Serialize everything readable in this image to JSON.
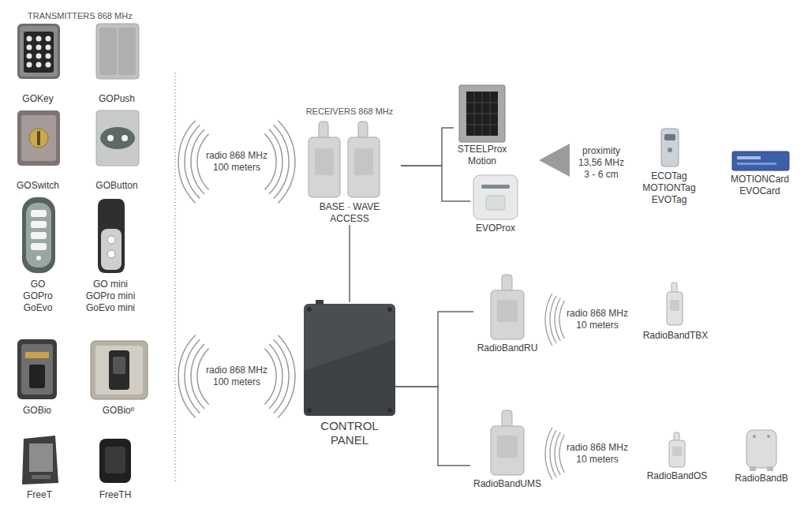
{
  "diagram": {
    "title": "TRANSMITTERS 868 MHz",
    "nodes": [
      {
        "text": [
          "GOKey"
        ]
      },
      {
        "text": [
          "GOPush"
        ]
      },
      {
        "text": [
          "GOSwitch"
        ]
      },
      {
        "text": [
          "GOButton"
        ]
      },
      {
        "text": [
          "GO GOPro GoEvo"
        ]
      },
      {
        "text": [
          "GO mini GOPro mini GoEvo mini"
        ]
      },
      {
        "text": [
          "GOBio"
        ]
      },
      {
        "text": [
          "GOBioᵉ"
        ]
      },
      {
        "text": [
          "FreeT"
        ]
      },
      {
        "text": [
          "FreeTH"
        ]
      },
      {
        "text": [
          "RECEIVERS 868 MHz",
          "BASE · WAVE ACCESS"
        ]
      },
      {
        "text": [
          "STEELProx Motion"
        ]
      },
      {
        "text": [
          "EVOProx"
        ]
      },
      {
        "text": [
          "ECOTag MOTIONTag EVOTag"
        ]
      },
      {
        "text": [
          "MOTIONCard EVOCard"
        ]
      },
      {
        "text": [
          "CONTROL PANEL"
        ]
      },
      {
        "text": [
          "RadioBandRU"
        ]
      },
      {
        "text": [
          "RadioBandTBX"
        ]
      },
      {
        "text": [
          "RadioBandUMS"
        ]
      },
      {
        "text": [
          "RadioBandOS"
        ]
      },
      {
        "text": [
          "RadioBandB"
        ]
      }
    ],
    "edges": [
      {
        "from": 10,
        "to": 11,
        "arrow": "none"
      },
      {
        "from": 10,
        "to": 12,
        "arrow": "none"
      },
      {
        "from": 10,
        "to": 15,
        "arrow": "none"
      },
      {
        "from": 15,
        "to": 16,
        "arrow": "none"
      },
      {
        "from": 15,
        "to": 18,
        "arrow": "none"
      }
    ],
    "labels": [
      "radio 868 MHz 100 meters",
      "radio 868 MHz 100 meters",
      "proximity 13,56 MHz 3 - 6 cm",
      "radio 868 MHz 10 meters",
      "radio 868 MHz 10 meters"
    ]
  }
}
